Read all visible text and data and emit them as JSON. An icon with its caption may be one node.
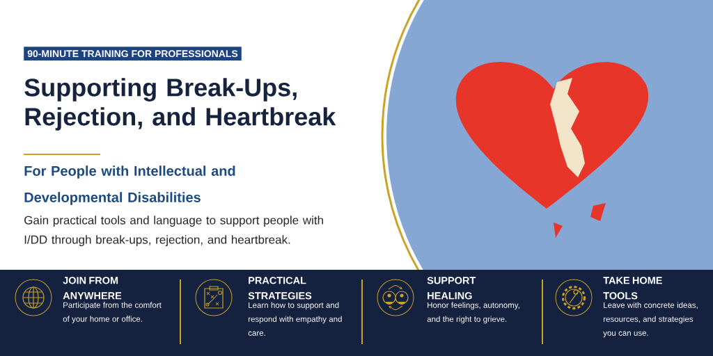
{
  "diagram": {
    "title": "Supporting Break-Ups, Rejection, and Heartbreak",
    "nodes": [
      {
        "text": [
          "90-MINUTE TRAINING FOR PROFESSIONALS"
        ]
      },
      {
        "text": [
          "JOIN FROM ANYWHERE",
          "Participate from the comfort of your home or office."
        ]
      },
      {
        "text": [
          "PRACTICAL STRATEGIES",
          "Learn how to support and respond with empathy and care."
        ]
      },
      {
        "text": [
          "SUPPORT HEALING",
          "Honor feelings, autonomy, and the right to grieve."
        ]
      },
      {
        "text": [
          "TAKE HOME TOOLS",
          "Leave with concrete ideas, resources, and strategies you can use."
        ]
      }
    ],
    "labels": [
      "For People with Intellectual and Developmental Disabilities",
      "Gain practical tools and language to support people with I/DD through break-ups, rejection, and heartbreak."
    ]
  }
}
